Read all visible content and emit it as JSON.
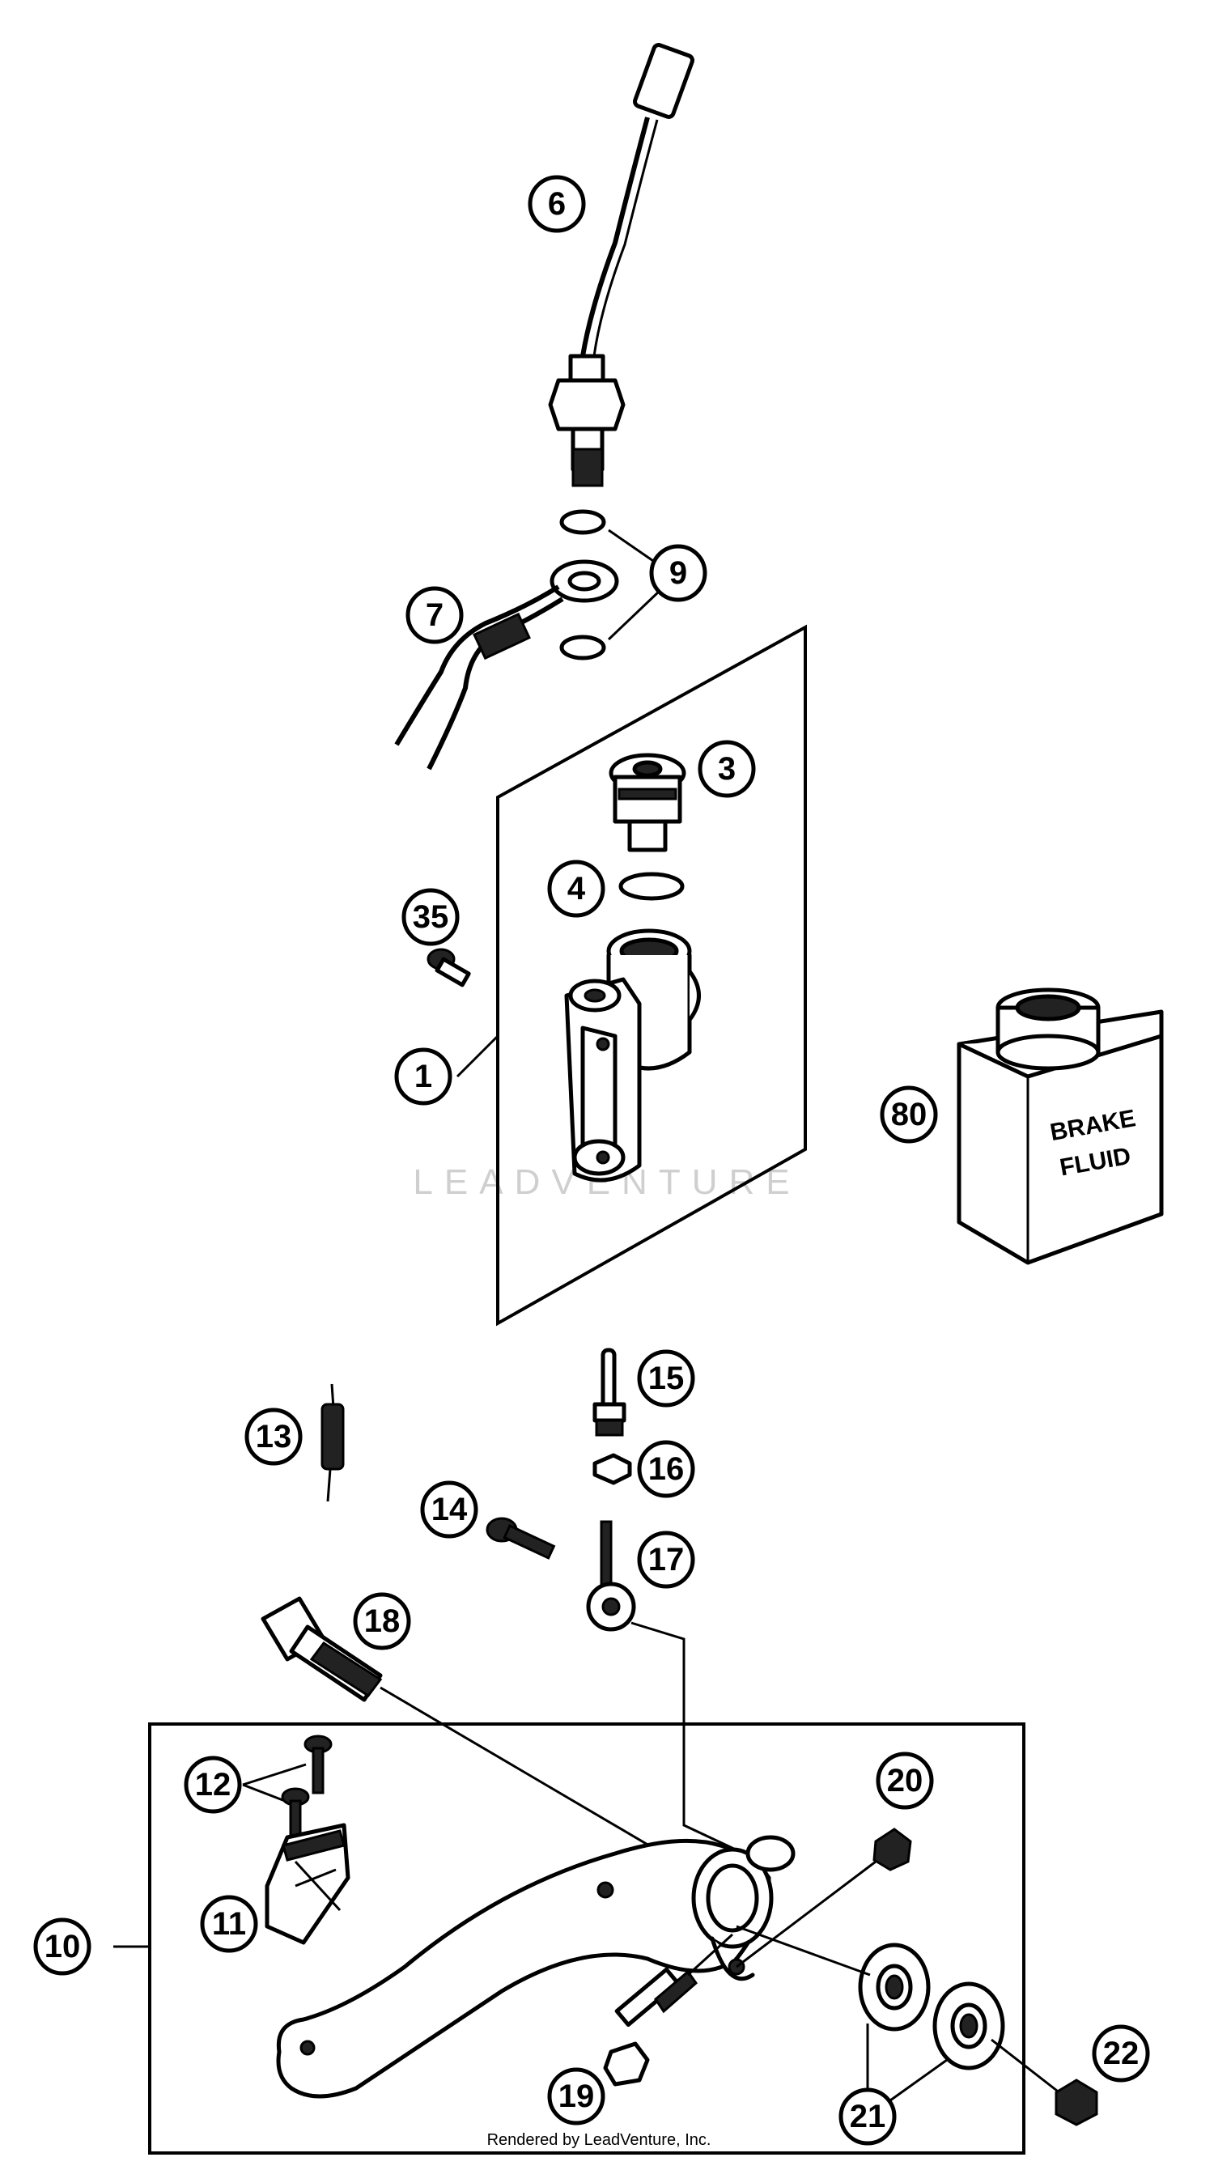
{
  "watermark": "LEADVENTURE",
  "credit": "Rendered by LeadVenture, Inc.",
  "brake_fluid_label": [
    "BRAKE",
    "FLUID"
  ],
  "callouts": [
    {
      "id": "c6",
      "label": "6"
    },
    {
      "id": "c9",
      "label": "9"
    },
    {
      "id": "c7",
      "label": "7"
    },
    {
      "id": "c3",
      "label": "3"
    },
    {
      "id": "c4",
      "label": "4"
    },
    {
      "id": "c35",
      "label": "35"
    },
    {
      "id": "c1",
      "label": "1"
    },
    {
      "id": "c80",
      "label": "80"
    },
    {
      "id": "c15",
      "label": "15"
    },
    {
      "id": "c13",
      "label": "13"
    },
    {
      "id": "c16a",
      "label": "16"
    },
    {
      "id": "c14",
      "label": "14"
    },
    {
      "id": "c17",
      "label": "17"
    },
    {
      "id": "c18",
      "label": "18"
    },
    {
      "id": "c12",
      "label": "12"
    },
    {
      "id": "c20",
      "label": "20"
    },
    {
      "id": "c11",
      "label": "11"
    },
    {
      "id": "c10",
      "label": "10"
    },
    {
      "id": "c19",
      "label": "19"
    },
    {
      "id": "c21",
      "label": "21"
    },
    {
      "id": "c22",
      "label": "22"
    }
  ]
}
